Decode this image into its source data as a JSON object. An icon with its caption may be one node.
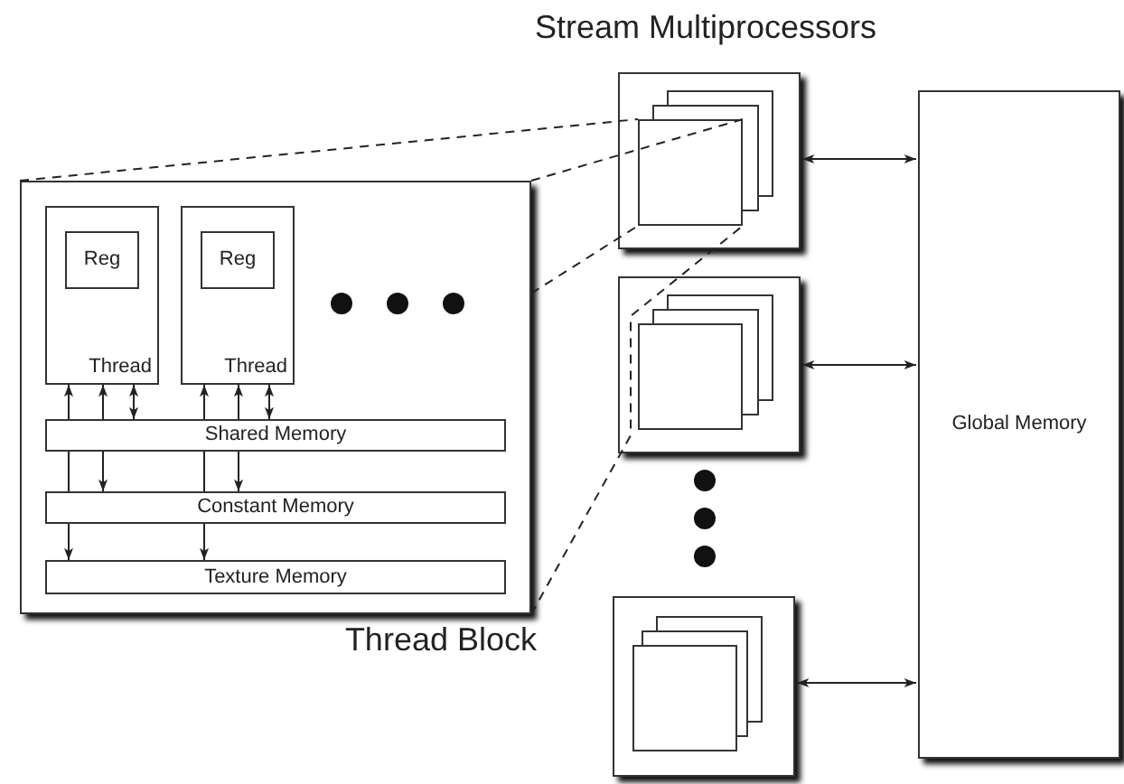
{
  "diagram": {
    "nodes": [
      {
        "text": [
          "Thread Block"
        ]
      },
      {
        "text": [
          "Thread"
        ],
        "in": 0
      },
      {
        "text": [
          "Reg"
        ],
        "in": 1
      },
      {
        "text": [
          "Thread"
        ],
        "in": 0
      },
      {
        "text": [
          "Reg"
        ],
        "in": 3
      },
      {
        "text": [
          "Shared Memory"
        ],
        "in": 0
      },
      {
        "text": [
          "Constant Memory"
        ],
        "in": 0
      },
      {
        "text": [
          "Texture Memory"
        ],
        "in": 0
      },
      {
        "text": [],
        "shape": "box"
      },
      {
        "text": [],
        "shape": "box",
        "in": 8
      },
      {
        "text": [],
        "shape": "box"
      },
      {
        "text": [],
        "shape": "box",
        "in": 10
      },
      {
        "text": [],
        "shape": "box"
      },
      {
        "text": [],
        "shape": "box",
        "in": 12
      },
      {
        "text": [
          "Global Memory"
        ]
      }
    ],
    "edges": [
      {
        "from": 5,
        "to": 1,
        "arrow": "to"
      },
      {
        "from": 5,
        "to": 1,
        "arrow": "to"
      },
      {
        "from": 1,
        "to": 5,
        "arrow": "both"
      },
      {
        "from": 5,
        "to": 6,
        "arrow": "to"
      },
      {
        "from": 5,
        "to": 6,
        "arrow": "none"
      },
      {
        "from": 6,
        "to": 7,
        "arrow": "to"
      },
      {
        "from": 5,
        "to": 3,
        "arrow": "to"
      },
      {
        "from": 5,
        "to": 3,
        "arrow": "to"
      },
      {
        "from": 3,
        "to": 5,
        "arrow": "both"
      },
      {
        "from": 5,
        "to": 6,
        "arrow": "to"
      },
      {
        "from": 5,
        "to": 6,
        "arrow": "none"
      },
      {
        "from": 6,
        "to": 7,
        "arrow": "to"
      },
      {
        "from": 8,
        "to": 14,
        "arrow": "both"
      },
      {
        "from": 10,
        "to": 14,
        "arrow": "both"
      },
      {
        "from": 12,
        "to": 14,
        "arrow": "both"
      },
      {
        "from": 0,
        "to": 9,
        "arrow": "none",
        "style": "dashed"
      },
      {
        "from": 0,
        "to": 9,
        "arrow": "none",
        "style": "dashed"
      },
      {
        "from": 0,
        "to": 9,
        "arrow": "none",
        "style": "dashed"
      },
      {
        "from": 0,
        "to": 9,
        "arrow": "none",
        "style": "dashed"
      }
    ],
    "labels": [
      "Stream Multiprocessors"
    ]
  }
}
